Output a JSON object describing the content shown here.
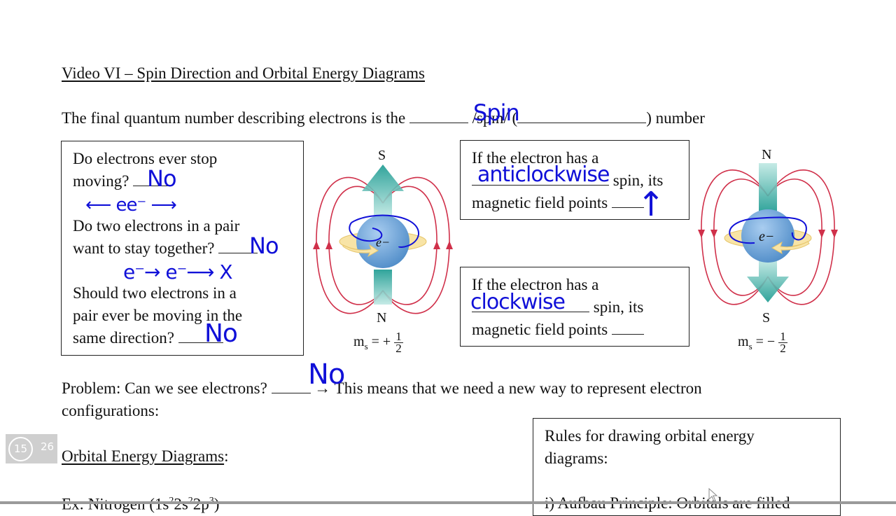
{
  "header": {
    "title": "Video VI – Spin Direction and Orbital Energy Diagrams"
  },
  "intro": {
    "prefix": "The final quantum number describing electrons is the",
    "answer": "Spin",
    "pronunciation": "/spɪn/ (",
    "suffix": ") number"
  },
  "left_box": {
    "q1_line1": "Do electrons ever stop",
    "q1_line2": "moving?",
    "q1_answer": "No",
    "q1_sketch": "⟵ ee⁻ ⟶",
    "q2_line1": "Do two electrons in a pair",
    "q2_line2": "want to stay together?",
    "q2_answer": "No",
    "q2_sketch": "e⁻→ e⁻⟶ X",
    "q3_line1": "Should two electrons in a",
    "q3_line2": "pair ever be moving in the",
    "q3_line3": "same direction?",
    "q3_answer": "No"
  },
  "diagram_up": {
    "top_pole": "S",
    "bottom_pole": "N",
    "electron_label": "e−",
    "ms_label": "m",
    "ms_sub": "s",
    "ms_sign": "= +",
    "ms_num": "1",
    "ms_den": "2"
  },
  "diagram_down": {
    "top_pole": "N",
    "bottom_pole": "S",
    "electron_label": "e−",
    "ms_label": "m",
    "ms_sub": "s",
    "ms_sign": "= −",
    "ms_num": "1",
    "ms_den": "2"
  },
  "box_anticlockwise": {
    "line1": "If the electron has a",
    "answer": "anticlockwise",
    "line2_suffix": "spin, its",
    "line3": "magnetic field points",
    "direction_answer": "↑"
  },
  "box_clockwise": {
    "line1": "If the electron has a",
    "answer": "clockwise",
    "line2_suffix": "spin, its",
    "line3": "magnetic field points",
    "direction_answer": ""
  },
  "problem": {
    "prefix": "Problem: Can we see electrons?",
    "answer": "No",
    "arrow": "→",
    "suffix": "This means that we need a new way to represent electron",
    "line2": "configurations:"
  },
  "section": {
    "heading": "Orbital Energy Diagrams",
    "heading_colon": ":",
    "example_prefix": "Ex: Nitrogen (1s",
    "sup1": "2",
    "mid1": "2s",
    "sup2": "2",
    "mid2": "2p",
    "sup3": "3",
    "example_suffix": ")"
  },
  "rules_box": {
    "line1": "Rules for drawing orbital energy",
    "line2": "diagrams:",
    "rule1": "i) Aufbau Principle: Orbitals are filled"
  },
  "page_indicator": {
    "current": "15",
    "total": "26"
  },
  "colors": {
    "ink": "#1010d8",
    "field_lines": "#d0304a",
    "arrow_teal": "#1fa39a",
    "sphere_blue": "#6fa3d8",
    "spin_ring": "#f5d98a",
    "badge_bg": "#cfcfcf"
  }
}
